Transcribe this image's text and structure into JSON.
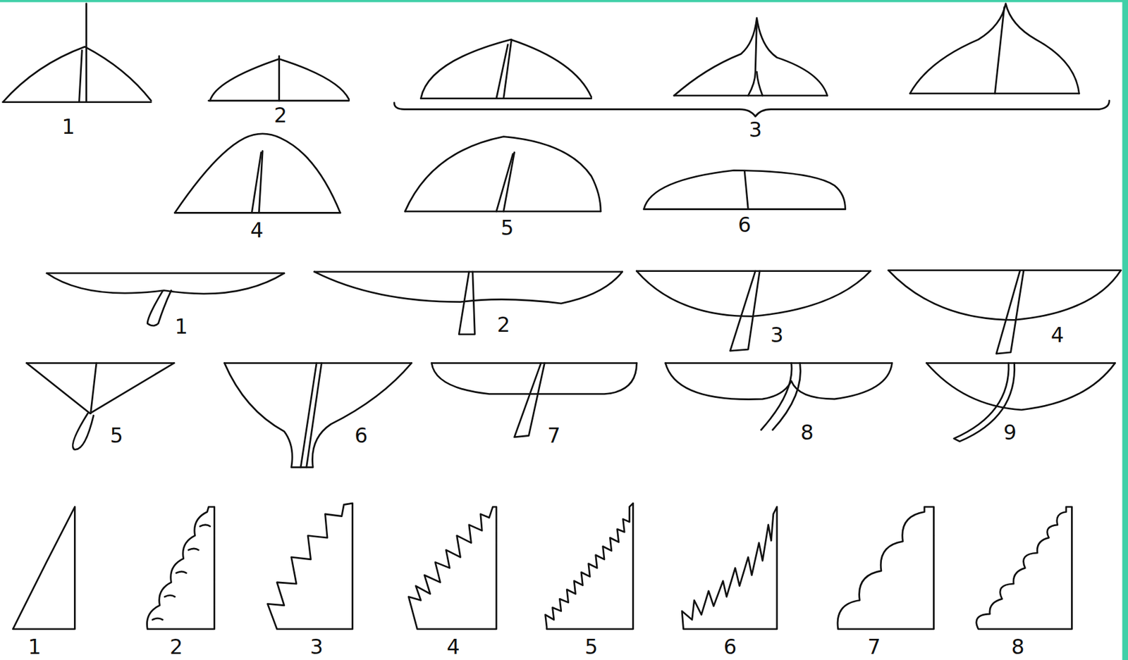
{
  "diagram": {
    "labels": [
      "1",
      "2",
      "3",
      "4",
      "5",
      "6",
      "1",
      "2",
      "3",
      "4",
      "5",
      "6",
      "7",
      "8",
      "9",
      "1",
      "2",
      "3",
      "4",
      "5",
      "6",
      "7",
      "8"
    ]
  }
}
